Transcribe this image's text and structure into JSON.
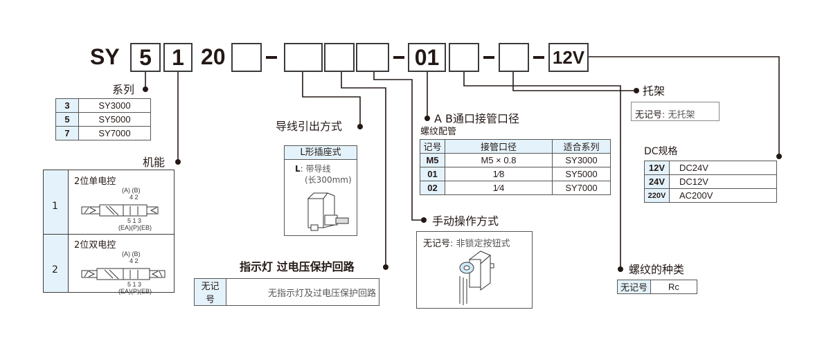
{
  "model_code": {
    "prefix": "SY",
    "segments": [
      {
        "id": "series",
        "value": "5"
      },
      {
        "id": "function",
        "value": "1"
      },
      {
        "id": "fixed",
        "value": "20"
      },
      {
        "id": "lead_wire_blank",
        "value": ""
      },
      {
        "id": "indicator_blank",
        "value": ""
      },
      {
        "id": "manual_override_blank",
        "value": ""
      },
      {
        "id": "port_size",
        "value": "01"
      },
      {
        "id": "thread_type_blank",
        "value": ""
      },
      {
        "id": "bracket_blank",
        "value": ""
      },
      {
        "id": "voltage",
        "value": "12V"
      }
    ],
    "dash": "-"
  },
  "series": {
    "title": "系列",
    "rows": [
      {
        "code": "3",
        "name": "SY3000"
      },
      {
        "code": "5",
        "name": "SY5000"
      },
      {
        "code": "7",
        "name": "SY7000"
      }
    ]
  },
  "function": {
    "title": "机能",
    "rows": [
      {
        "code": "1",
        "name": "2位单电控",
        "ports_top": "(A) (B)",
        "ports_top_nums": "4  2",
        "ports_bottom_nums": "5  1  3",
        "ports_bottom": "(EA)(P)(EB)"
      },
      {
        "code": "2",
        "name": "2位双电控",
        "ports_top": "(A) (B)",
        "ports_top_nums": "4  2",
        "ports_bottom_nums": "5  1  3",
        "ports_bottom": "(EA)(P)(EB)"
      }
    ]
  },
  "lead_wire": {
    "title": "导线引出方式",
    "panel_title": "L形插座式",
    "code": "L",
    "desc_line1": ": 带导线",
    "desc_line2": "(长300mm)"
  },
  "indicator": {
    "title": "指示灯  过电压保护回路",
    "code": "无记号",
    "desc": "无指示灯及过电压保护回路"
  },
  "port": {
    "title": "A  B通口接管口径",
    "subtitle": "螺纹配管",
    "headers": [
      "记号",
      "接管口径",
      "适合系列"
    ],
    "rows": [
      {
        "code": "M5",
        "size": "M5 × 0.8",
        "series": "SY3000"
      },
      {
        "code": "01",
        "size": "1⁄8",
        "series": "SY5000"
      },
      {
        "code": "02",
        "size": "1⁄4",
        "series": "SY7000"
      }
    ]
  },
  "manual_override": {
    "title": "手动操作方式",
    "code": "无记号",
    "desc": ": 非锁定按钮式"
  },
  "bracket": {
    "title": "托架",
    "code": "无记号",
    "desc": ": 无托架"
  },
  "voltage": {
    "title": "DC规格",
    "rows": [
      {
        "code": "12V",
        "spec": "DC24V"
      },
      {
        "code": "24V",
        "spec": "DC12V"
      },
      {
        "code": "220V",
        "spec": "AC200V"
      }
    ]
  },
  "thread": {
    "title": "螺纹的种类",
    "code": "无记号",
    "value": "Rc"
  },
  "colors": {
    "line": "#231815",
    "key_fill": "#e4f3fb",
    "border": "#555555"
  }
}
